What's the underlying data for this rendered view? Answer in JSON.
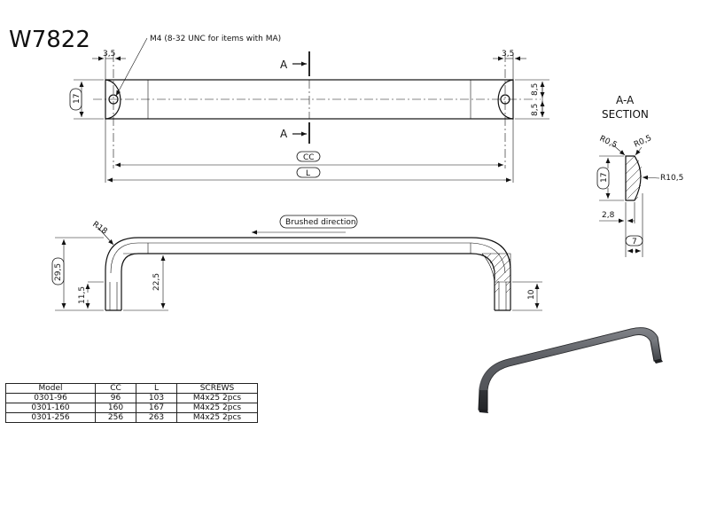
{
  "title": "W7822",
  "top_view": {
    "callout": "M4 (8-32 UNC for items with MA)",
    "dim_hole_left": "3,5",
    "dim_hole_right": "3,5",
    "dim_height": "17",
    "dim_half_top": "8,5",
    "dim_half_bottom": "8,5",
    "dim_cc": "CC",
    "dim_l": "L",
    "section_mark_top": "A",
    "section_mark_bottom": "A"
  },
  "side_view": {
    "dim_radius": "R18",
    "brushed_label": "Brushed direction",
    "dim_total_height": "29,5",
    "dim_leg": "11,5",
    "dim_inner_height": "22,5",
    "dim_thread": "10"
  },
  "section": {
    "title_line1": "A-A",
    "title_line2": "SECTION",
    "dim_r_left": "R0,5",
    "dim_r_right": "R0,5",
    "dim_r_big": "R10,5",
    "dim_height": "17",
    "dim_offset": "2,8",
    "dim_width": "7"
  },
  "table": {
    "headers": [
      "Model",
      "CC",
      "L",
      "SCREWS"
    ],
    "rows": [
      [
        "0301-96",
        "96",
        "103",
        "M4x25 2pcs"
      ],
      [
        "0301-160",
        "160",
        "167",
        "M4x25 2pcs"
      ],
      [
        "0301-256",
        "256",
        "263",
        "M4x25 2pcs"
      ]
    ]
  },
  "colors": {
    "line": "#111111",
    "render_dark": "#2b2d30",
    "render_highlight": "#8a8d92"
  }
}
